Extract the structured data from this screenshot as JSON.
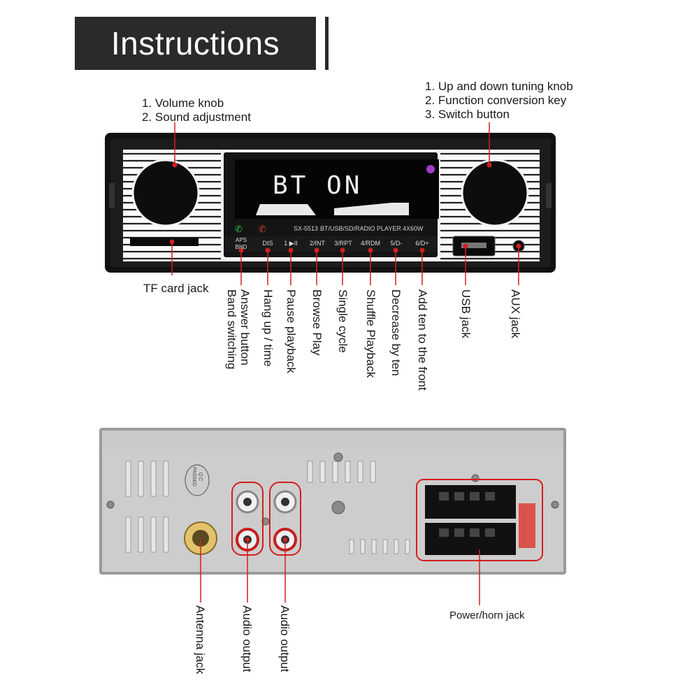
{
  "title": "Instructions",
  "front_labels": {
    "left_knob": [
      "1. Volume knob",
      "2. Sound adjustment"
    ],
    "right_knob": [
      "1. Up and down tuning knob",
      "2. Function conversion key",
      "3. Switch button"
    ],
    "tf_card": "TF card jack",
    "answer": [
      "Answer button",
      "Band switching"
    ],
    "hangup": "Hang up / time",
    "pause": "Pause playback",
    "browse": "Browse Play",
    "single": "Single cycle",
    "shuffle": "Shuffle Playback",
    "decrease": "Decrease by ten",
    "add_ten": "Add ten to the front",
    "usb": "USB jack",
    "aux": "AUX jack"
  },
  "display": {
    "text": "BT ON",
    "model": "SX-5513",
    "player": "BT/USB/SD/RADIO PLAYER",
    "power": "4X60W"
  },
  "buttons": [
    {
      "top": "APS",
      "bottom": "BND"
    },
    {
      "top": "DIS",
      "bottom": ""
    },
    {
      "top": "1 ▶II",
      "bottom": ""
    },
    {
      "top": "2/INT",
      "bottom": ""
    },
    {
      "top": "3/RPT",
      "bottom": ""
    },
    {
      "top": "4/RDM",
      "bottom": ""
    },
    {
      "top": "5/D-",
      "bottom": ""
    },
    {
      "top": "6/D+",
      "bottom": ""
    }
  ],
  "rear_labels": {
    "antenna": "Antenna jack",
    "audio1": "Audio output",
    "audio2": "Audio output",
    "power": "Power/horn jack",
    "qc_stamp": [
      "Q.C",
      "PASSED"
    ]
  },
  "colors": {
    "callout": "#d41e1e",
    "banner": "#2a2a2a"
  }
}
